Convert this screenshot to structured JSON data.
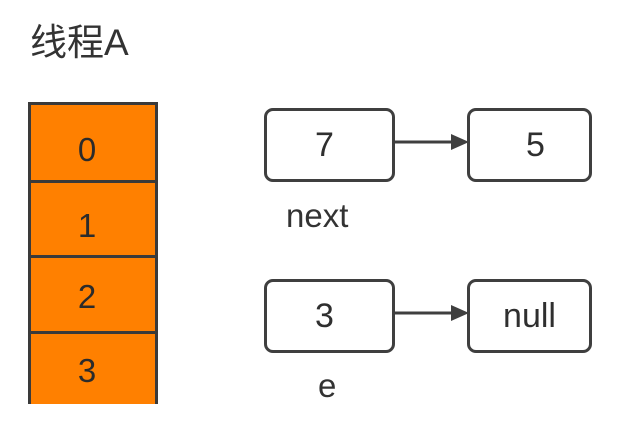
{
  "diagram": {
    "title": "线程A",
    "colors": {
      "bucket_fill": "#FF8000",
      "bucket_border": "#3A3A3A",
      "node_border": "#3F3F3F",
      "node_fill": "#FFFFFF",
      "text": "#333333",
      "arrow": "#3F3F3F",
      "background": "#FFFFFF"
    },
    "bucket_table": {
      "name": "bucket-array",
      "cells": [
        {
          "index": "0",
          "value": "0"
        },
        {
          "index": "1",
          "value": "1"
        },
        {
          "index": "2",
          "value": "2"
        },
        {
          "index": "3",
          "value": "3"
        }
      ]
    },
    "linked_rows": [
      {
        "id": "row-next",
        "from_label": "7",
        "to_label": "5",
        "pointer_caption": "next",
        "arrow": "right-arrow"
      },
      {
        "id": "row-e",
        "from_label": "3",
        "to_label": "null",
        "pointer_caption": "e",
        "arrow": "right-arrow"
      }
    ]
  }
}
